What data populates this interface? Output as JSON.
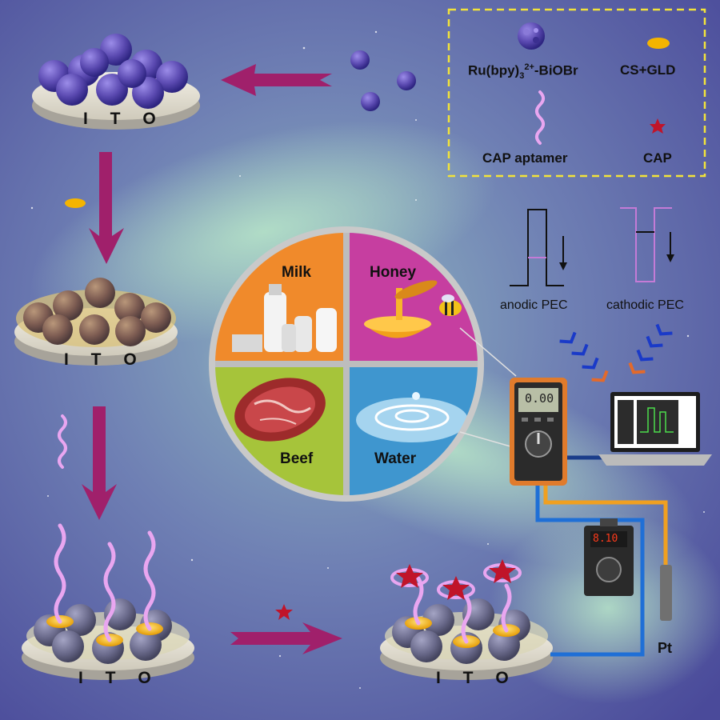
{
  "legend": {
    "nanoparticle_prefix": "Ru(bpy)",
    "nanoparticle_sub": "3",
    "nanoparticle_sup": "2+",
    "nanoparticle_suffix": "-BiOBr",
    "chitosan": "CS+GLD",
    "aptamer": "CAP aptamer",
    "target": "CAP"
  },
  "electrodes": {
    "label": "I T O"
  },
  "food_samples": {
    "milk": "Milk",
    "honey": "Honey",
    "beef": "Beef",
    "water": "Water"
  },
  "modes": {
    "anodic": "anodic PEC",
    "cathodic": "cathodic PEC"
  },
  "instruments": {
    "counter_electrode": "Pt",
    "multimeter_display": "0.00",
    "power_display": "8.10"
  },
  "colors": {
    "arrow": "#a0206b",
    "nanoparticle": "#5a49b0",
    "gld_drop": "#f4b400",
    "aptamer": "#e9a6f0",
    "cap": "#c0142a",
    "legend_border": "#f2e33a",
    "wire_blue": "#1f6fd6",
    "wire_orange": "#f0a020"
  }
}
